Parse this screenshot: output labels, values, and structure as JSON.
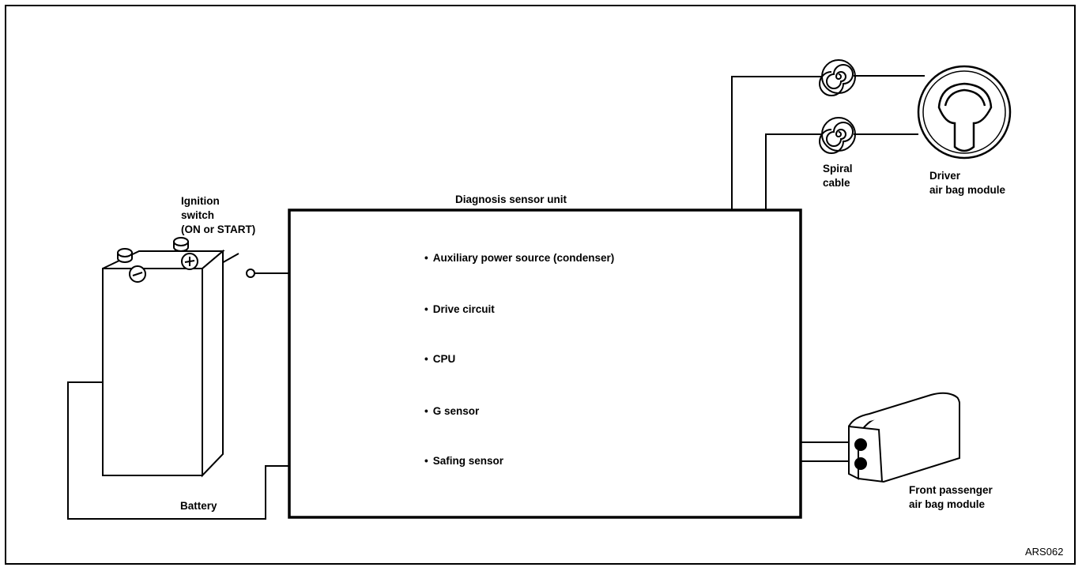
{
  "labels": {
    "ignition_switch": "Ignition\nswitch\n(ON or START)",
    "diagnosis_sensor_unit": "Diagnosis sensor unit",
    "spiral_cable": "Spiral\ncable",
    "driver_air_bag_module": "Driver\nair bag module",
    "front_passenger_air_bag_module": "Front passenger\nair bag module",
    "battery": "Battery",
    "figure_id": "ARS062"
  },
  "unit_contents": [
    "Auxiliary power source (condenser)",
    "Drive circuit",
    "CPU",
    "G sensor",
    "Safing sensor"
  ],
  "icons": {
    "ignition_switch": "switch-icon",
    "battery": "battery-icon",
    "spiral_cable": "spiral-cable-icon",
    "driver_module": "steering-wheel-icon",
    "passenger_module": "passenger-airbag-icon"
  }
}
